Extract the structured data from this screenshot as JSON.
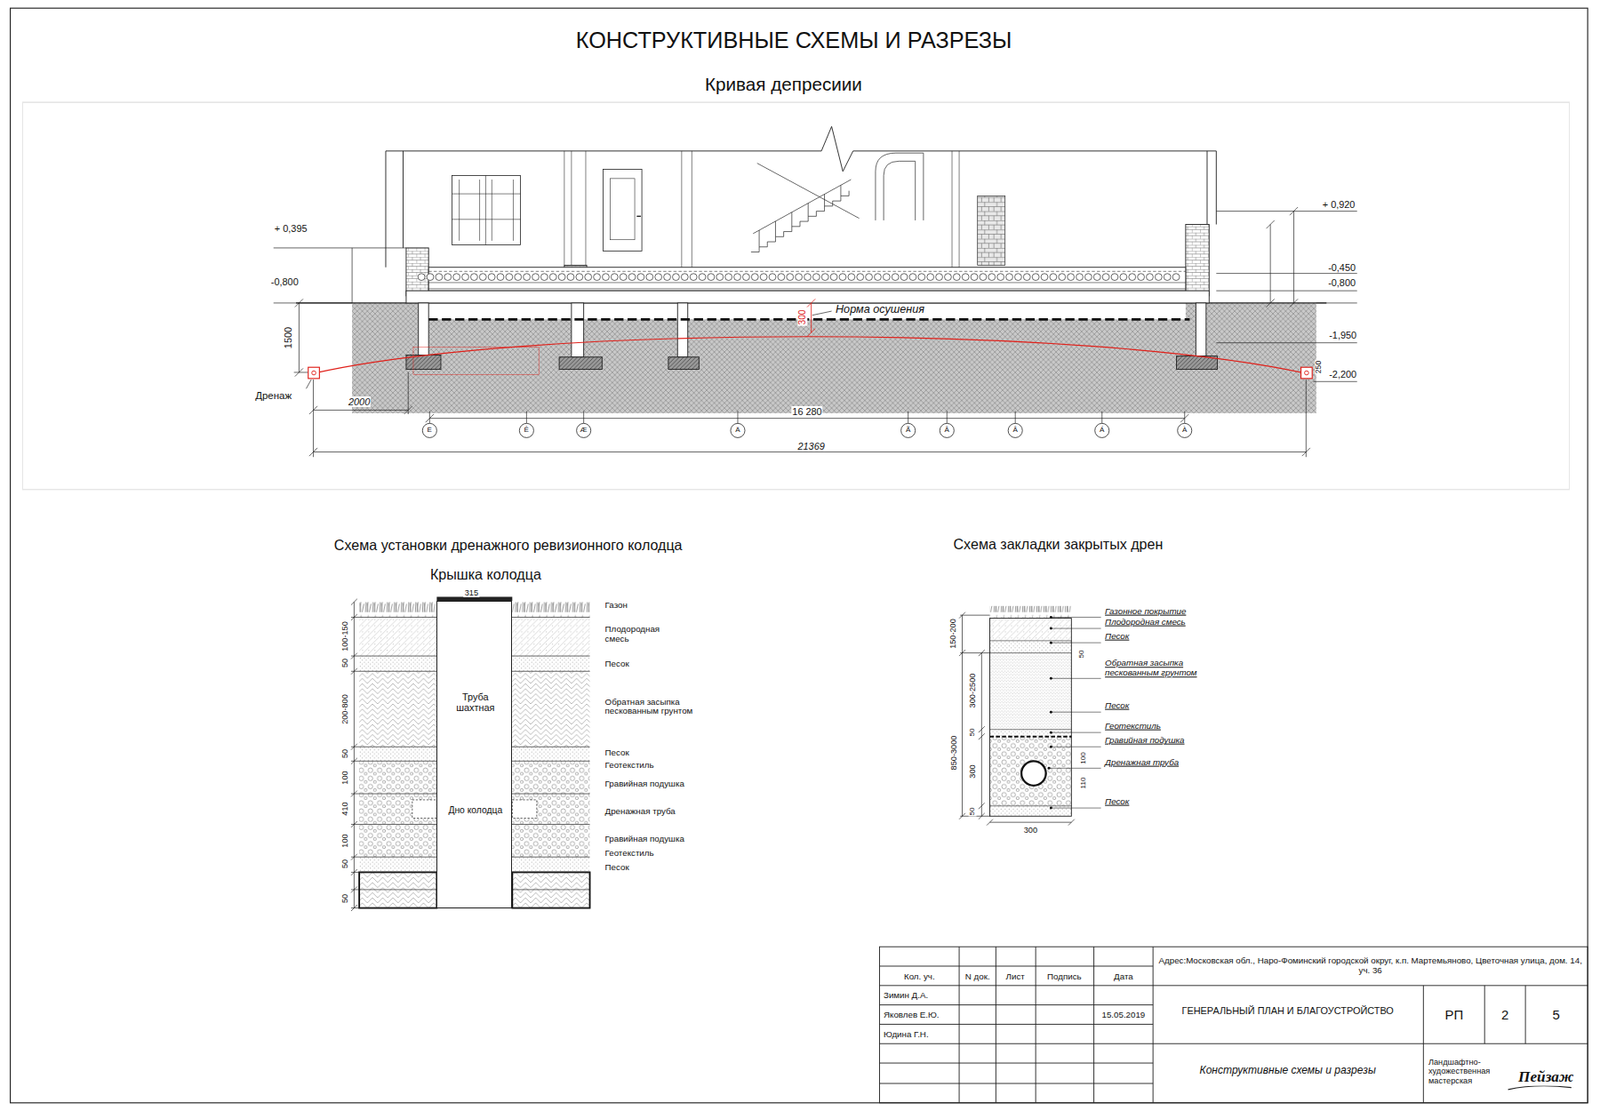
{
  "diagram": {
    "title": "КОНСТРУКТИВНЫЕ СХЕМЫ И РАЗРЕЗЫ",
    "nodes": [
      {
        "text": [
          "Кривая депресиии"
        ]
      },
      {
        "text": [
          "Труба шахтная",
          "Дно колодца"
        ]
      }
    ],
    "labels": [
      "+ 0,395",
      "-0,800",
      "1500",
      "Дренаж",
      "2000",
      "300",
      "Норма осушения",
      "+ 0,920",
      "-0,450",
      "-0,800",
      "-1,950",
      "-2,200",
      "250",
      "16 280",
      "21369",
      "Ë",
      "Ê",
      "Æ",
      "Ä",
      "Ã",
      "Â",
      "Â",
      "Á",
      "À",
      "Схема установки дренажного ревизионного колодца",
      "Крышка колодца",
      "315",
      "Газон",
      "Плодородная смесь",
      "Песок",
      "Обратная засыпка пескованным грунтом",
      "Песок",
      "Геотекстиль",
      "Гравийная подушка",
      "Дренажная труба",
      "Гравийная подушка",
      "Геотекстиль",
      "Песок",
      "100-150",
      "50",
      "200-800",
      "50",
      "100",
      "410",
      "100",
      "50",
      "50",
      "Схема закладки закрытых дрен",
      "Газонное покрытие",
      "Плодородная смесь",
      "Песок",
      "Обратная засыпка пескованным грунтом",
      "Песок",
      "Геотекстиль",
      "Гравийная подушка",
      "Дренажная труба",
      "Песок",
      "150-200",
      "300-2500",
      "50",
      "850-3000",
      "300",
      "50",
      "50",
      "100",
      "110",
      "300",
      "Кол. уч.",
      "N док.",
      "Лист",
      "Подпись",
      "Дата",
      "Зимин Д.А.",
      "Яковлев Е.Ю.",
      "15.05.2019",
      "Юдина Г.Н.",
      "Адрес:Московская обл., Наро-Фоминский городской округ, к.п. Мартемьяново, Цветочная улица, дом. 14, уч. 36",
      "ГЕНЕРАЛЬНЫЙ ПЛАН И БЛАГОУСТРОЙСТВО",
      "РП",
      "2",
      "5",
      "Конструктивные схемы и разрезы",
      "Ландшафтно-художественная мастерская",
      "Пейзаж"
    ]
  }
}
